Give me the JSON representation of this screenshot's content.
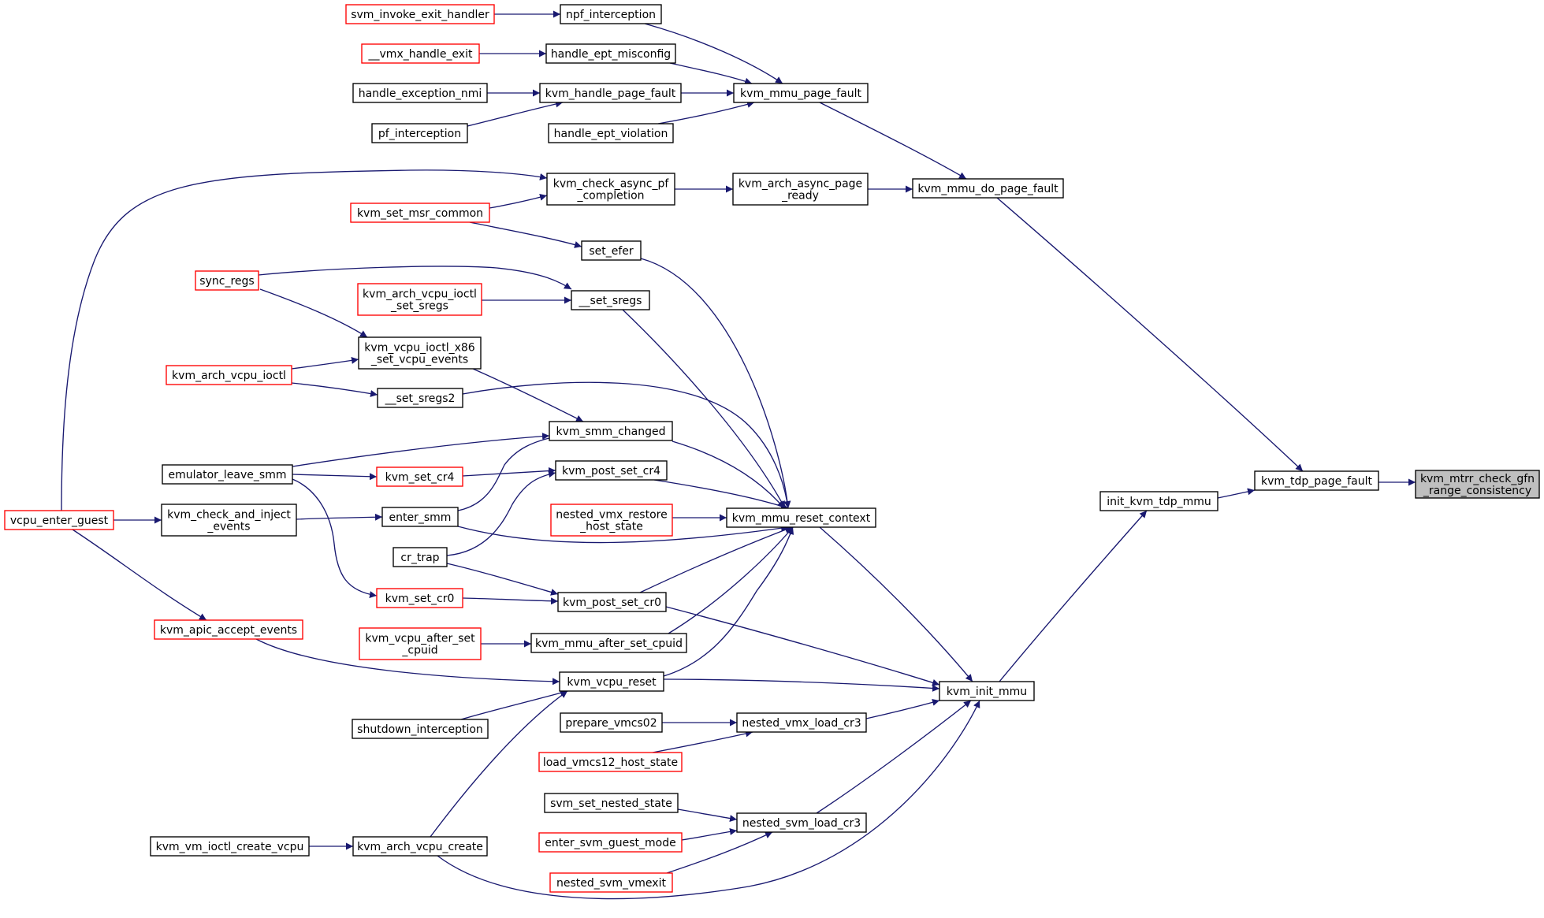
{
  "colors": {
    "edge": "#191970",
    "node_border": "#000000",
    "external_border": "#ff0000",
    "focus_fill": "#bfbfbf",
    "node_fill": "#ffffff"
  },
  "diagram": {
    "type": "call-graph",
    "nodes": [
      {
        "id": "svm_invoke_exit_handler",
        "lines": [
          "svm_invoke_exit_handler"
        ],
        "style": "external"
      },
      {
        "id": "npf_interception",
        "lines": [
          "npf_interception"
        ],
        "style": "normal"
      },
      {
        "id": "vmx_handle_exit",
        "lines": [
          "__vmx_handle_exit"
        ],
        "style": "external"
      },
      {
        "id": "handle_ept_misconfig",
        "lines": [
          "handle_ept_misconfig"
        ],
        "style": "normal"
      },
      {
        "id": "handle_exception_nmi",
        "lines": [
          "handle_exception_nmi"
        ],
        "style": "normal"
      },
      {
        "id": "kvm_handle_page_fault",
        "lines": [
          "kvm_handle_page_fault"
        ],
        "style": "normal"
      },
      {
        "id": "kvm_mmu_page_fault",
        "lines": [
          "kvm_mmu_page_fault"
        ],
        "style": "normal"
      },
      {
        "id": "pf_interception",
        "lines": [
          "pf_interception"
        ],
        "style": "normal"
      },
      {
        "id": "handle_ept_violation",
        "lines": [
          "handle_ept_violation"
        ],
        "style": "normal"
      },
      {
        "id": "kvm_check_async_pf_completion",
        "lines": [
          "kvm_check_async_pf",
          "_completion"
        ],
        "style": "normal"
      },
      {
        "id": "kvm_arch_async_page_ready",
        "lines": [
          "kvm_arch_async_page",
          "_ready"
        ],
        "style": "normal"
      },
      {
        "id": "kvm_mmu_do_page_fault",
        "lines": [
          "kvm_mmu_do_page_fault"
        ],
        "style": "normal"
      },
      {
        "id": "kvm_set_msr_common",
        "lines": [
          "kvm_set_msr_common"
        ],
        "style": "external"
      },
      {
        "id": "set_efer",
        "lines": [
          "set_efer"
        ],
        "style": "normal"
      },
      {
        "id": "sync_regs",
        "lines": [
          "sync_regs"
        ],
        "style": "external"
      },
      {
        "id": "kvm_arch_vcpu_ioctl_set_sregs",
        "lines": [
          "kvm_arch_vcpu_ioctl",
          "_set_sregs"
        ],
        "style": "external"
      },
      {
        "id": "set_sregs",
        "lines": [
          "__set_sregs"
        ],
        "style": "normal"
      },
      {
        "id": "kvm_vcpu_ioctl_x86_set_vcpu_events",
        "lines": [
          "kvm_vcpu_ioctl_x86",
          "_set_vcpu_events"
        ],
        "style": "normal"
      },
      {
        "id": "kvm_arch_vcpu_ioctl",
        "lines": [
          "kvm_arch_vcpu_ioctl"
        ],
        "style": "external"
      },
      {
        "id": "set_sregs2",
        "lines": [
          "__set_sregs2"
        ],
        "style": "normal"
      },
      {
        "id": "kvm_smm_changed",
        "lines": [
          "kvm_smm_changed"
        ],
        "style": "normal"
      },
      {
        "id": "emulator_leave_smm",
        "lines": [
          "emulator_leave_smm"
        ],
        "style": "normal"
      },
      {
        "id": "kvm_set_cr4",
        "lines": [
          "kvm_set_cr4"
        ],
        "style": "external"
      },
      {
        "id": "kvm_post_set_cr4",
        "lines": [
          "kvm_post_set_cr4"
        ],
        "style": "normal"
      },
      {
        "id": "nested_vmx_restore_host_state",
        "lines": [
          "nested_vmx_restore",
          "_host_state"
        ],
        "style": "external"
      },
      {
        "id": "kvm_mmu_reset_context",
        "lines": [
          "kvm_mmu_reset_context"
        ],
        "style": "normal"
      },
      {
        "id": "vcpu_enter_guest",
        "lines": [
          "vcpu_enter_guest"
        ],
        "style": "external"
      },
      {
        "id": "kvm_check_and_inject_events",
        "lines": [
          "kvm_check_and_inject",
          "_events"
        ],
        "style": "normal"
      },
      {
        "id": "enter_smm",
        "lines": [
          "enter_smm"
        ],
        "style": "normal"
      },
      {
        "id": "cr_trap",
        "lines": [
          "cr_trap"
        ],
        "style": "normal"
      },
      {
        "id": "kvm_set_cr0",
        "lines": [
          "kvm_set_cr0"
        ],
        "style": "external"
      },
      {
        "id": "kvm_post_set_cr0",
        "lines": [
          "kvm_post_set_cr0"
        ],
        "style": "normal"
      },
      {
        "id": "kvm_apic_accept_events",
        "lines": [
          "kvm_apic_accept_events"
        ],
        "style": "external"
      },
      {
        "id": "kvm_vcpu_after_set_cpuid",
        "lines": [
          "kvm_vcpu_after_set",
          "_cpuid"
        ],
        "style": "external"
      },
      {
        "id": "kvm_mmu_after_set_cpuid",
        "lines": [
          "kvm_mmu_after_set_cpuid"
        ],
        "style": "normal"
      },
      {
        "id": "kvm_vcpu_reset",
        "lines": [
          "kvm_vcpu_reset"
        ],
        "style": "normal"
      },
      {
        "id": "kvm_init_mmu",
        "lines": [
          "kvm_init_mmu"
        ],
        "style": "normal"
      },
      {
        "id": "shutdown_interception",
        "lines": [
          "shutdown_interception"
        ],
        "style": "normal"
      },
      {
        "id": "prepare_vmcs02",
        "lines": [
          "prepare_vmcs02"
        ],
        "style": "normal"
      },
      {
        "id": "nested_vmx_load_cr3",
        "lines": [
          "nested_vmx_load_cr3"
        ],
        "style": "normal"
      },
      {
        "id": "load_vmcs12_host_state",
        "lines": [
          "load_vmcs12_host_state"
        ],
        "style": "external"
      },
      {
        "id": "svm_set_nested_state",
        "lines": [
          "svm_set_nested_state"
        ],
        "style": "normal"
      },
      {
        "id": "nested_svm_load_cr3",
        "lines": [
          "nested_svm_load_cr3"
        ],
        "style": "normal"
      },
      {
        "id": "enter_svm_guest_mode",
        "lines": [
          "enter_svm_guest_mode"
        ],
        "style": "external"
      },
      {
        "id": "kvm_vm_ioctl_create_vcpu",
        "lines": [
          "kvm_vm_ioctl_create_vcpu"
        ],
        "style": "normal"
      },
      {
        "id": "kvm_arch_vcpu_create",
        "lines": [
          "kvm_arch_vcpu_create"
        ],
        "style": "normal"
      },
      {
        "id": "nested_svm_vmexit",
        "lines": [
          "nested_svm_vmexit"
        ],
        "style": "external"
      },
      {
        "id": "init_kvm_tdp_mmu",
        "lines": [
          "init_kvm_tdp_mmu"
        ],
        "style": "normal"
      },
      {
        "id": "kvm_tdp_page_fault",
        "lines": [
          "kvm_tdp_page_fault"
        ],
        "style": "normal"
      },
      {
        "id": "kvm_mtrr_check_gfn_range_consistency",
        "lines": [
          "kvm_mtrr_check_gfn",
          "_range_consistency"
        ],
        "style": "focus"
      }
    ],
    "edges": [
      {
        "from": "svm_invoke_exit_handler",
        "to": "npf_interception"
      },
      {
        "from": "npf_interception",
        "to": "kvm_mmu_page_fault"
      },
      {
        "from": "vmx_handle_exit",
        "to": "handle_ept_misconfig"
      },
      {
        "from": "handle_ept_misconfig",
        "to": "kvm_mmu_page_fault"
      },
      {
        "from": "handle_exception_nmi",
        "to": "kvm_handle_page_fault"
      },
      {
        "from": "pf_interception",
        "to": "kvm_handle_page_fault"
      },
      {
        "from": "kvm_handle_page_fault",
        "to": "kvm_mmu_page_fault"
      },
      {
        "from": "handle_ept_violation",
        "to": "kvm_mmu_page_fault"
      },
      {
        "from": "kvm_mmu_page_fault",
        "to": "kvm_mmu_do_page_fault"
      },
      {
        "from": "vcpu_enter_guest",
        "to": "kvm_check_async_pf_completion"
      },
      {
        "from": "kvm_set_msr_common",
        "to": "kvm_check_async_pf_completion"
      },
      {
        "from": "kvm_check_async_pf_completion",
        "to": "kvm_arch_async_page_ready"
      },
      {
        "from": "kvm_arch_async_page_ready",
        "to": "kvm_mmu_do_page_fault"
      },
      {
        "from": "kvm_mmu_do_page_fault",
        "to": "kvm_tdp_page_fault"
      },
      {
        "from": "kvm_set_msr_common",
        "to": "set_efer"
      },
      {
        "from": "set_efer",
        "to": "kvm_mmu_reset_context"
      },
      {
        "from": "sync_regs",
        "to": "set_sregs"
      },
      {
        "from": "sync_regs",
        "to": "kvm_vcpu_ioctl_x86_set_vcpu_events"
      },
      {
        "from": "kvm_arch_vcpu_ioctl_set_sregs",
        "to": "set_sregs"
      },
      {
        "from": "set_sregs",
        "to": "kvm_mmu_reset_context"
      },
      {
        "from": "kvm_arch_vcpu_ioctl",
        "to": "kvm_vcpu_ioctl_x86_set_vcpu_events"
      },
      {
        "from": "kvm_arch_vcpu_ioctl",
        "to": "set_sregs2"
      },
      {
        "from": "set_sregs2",
        "to": "kvm_mmu_reset_context"
      },
      {
        "from": "kvm_vcpu_ioctl_x86_set_vcpu_events",
        "to": "kvm_smm_changed"
      },
      {
        "from": "emulator_leave_smm",
        "to": "kvm_smm_changed"
      },
      {
        "from": "enter_smm",
        "to": "kvm_smm_changed"
      },
      {
        "from": "kvm_smm_changed",
        "to": "kvm_mmu_reset_context"
      },
      {
        "from": "emulator_leave_smm",
        "to": "kvm_set_cr4"
      },
      {
        "from": "emulator_leave_smm",
        "to": "kvm_set_cr0"
      },
      {
        "from": "kvm_set_cr4",
        "to": "kvm_post_set_cr4"
      },
      {
        "from": "cr_trap",
        "to": "kvm_post_set_cr4"
      },
      {
        "from": "kvm_post_set_cr4",
        "to": "kvm_mmu_reset_context"
      },
      {
        "from": "nested_vmx_restore_host_state",
        "to": "kvm_mmu_reset_context"
      },
      {
        "from": "vcpu_enter_guest",
        "to": "kvm_check_and_inject_events"
      },
      {
        "from": "vcpu_enter_guest",
        "to": "kvm_apic_accept_events"
      },
      {
        "from": "kvm_check_and_inject_events",
        "to": "enter_smm"
      },
      {
        "from": "enter_smm",
        "to": "kvm_mmu_reset_context"
      },
      {
        "from": "cr_trap",
        "to": "kvm_post_set_cr0"
      },
      {
        "from": "kvm_set_cr0",
        "to": "kvm_post_set_cr0"
      },
      {
        "from": "kvm_post_set_cr0",
        "to": "kvm_mmu_reset_context"
      },
      {
        "from": "kvm_post_set_cr0",
        "to": "kvm_init_mmu"
      },
      {
        "from": "kvm_vcpu_after_set_cpuid",
        "to": "kvm_mmu_after_set_cpuid"
      },
      {
        "from": "kvm_mmu_after_set_cpuid",
        "to": "kvm_mmu_reset_context"
      },
      {
        "from": "kvm_apic_accept_events",
        "to": "kvm_vcpu_reset"
      },
      {
        "from": "shutdown_interception",
        "to": "kvm_vcpu_reset"
      },
      {
        "from": "kvm_arch_vcpu_create",
        "to": "kvm_vcpu_reset"
      },
      {
        "from": "kvm_vcpu_reset",
        "to": "kvm_mmu_reset_context"
      },
      {
        "from": "kvm_vcpu_reset",
        "to": "kvm_init_mmu"
      },
      {
        "from": "kvm_mmu_reset_context",
        "to": "kvm_init_mmu"
      },
      {
        "from": "prepare_vmcs02",
        "to": "nested_vmx_load_cr3"
      },
      {
        "from": "load_vmcs12_host_state",
        "to": "nested_vmx_load_cr3"
      },
      {
        "from": "nested_vmx_load_cr3",
        "to": "kvm_init_mmu"
      },
      {
        "from": "svm_set_nested_state",
        "to": "nested_svm_load_cr3"
      },
      {
        "from": "enter_svm_guest_mode",
        "to": "nested_svm_load_cr3"
      },
      {
        "from": "nested_svm_vmexit",
        "to": "nested_svm_load_cr3"
      },
      {
        "from": "nested_svm_load_cr3",
        "to": "kvm_init_mmu"
      },
      {
        "from": "kvm_vm_ioctl_create_vcpu",
        "to": "kvm_arch_vcpu_create"
      },
      {
        "from": "kvm_arch_vcpu_create",
        "to": "kvm_init_mmu"
      },
      {
        "from": "kvm_init_mmu",
        "to": "init_kvm_tdp_mmu"
      },
      {
        "from": "init_kvm_tdp_mmu",
        "to": "kvm_tdp_page_fault"
      },
      {
        "from": "kvm_tdp_page_fault",
        "to": "kvm_mtrr_check_gfn_range_consistency"
      }
    ]
  }
}
